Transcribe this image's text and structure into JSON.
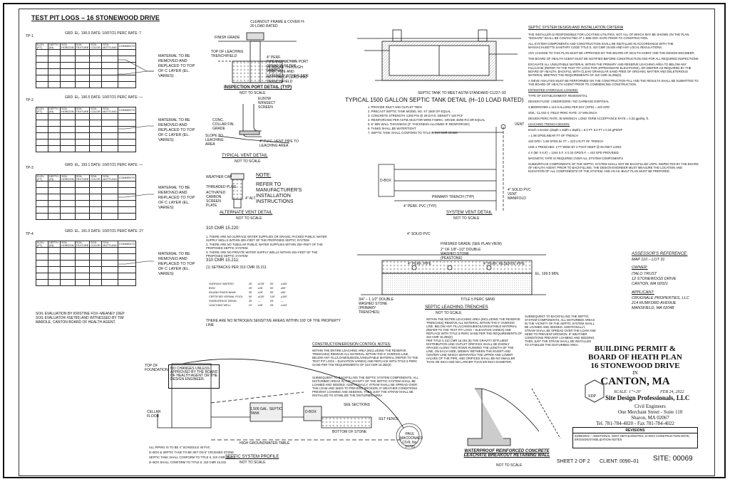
{
  "title_main": "TEST PIT LOGS – 16 STONEWOOD DRIVE",
  "test_pits": [
    {
      "id": "TP-1",
      "date": "10/07/21",
      "grd_el": "190.0",
      "perc_rate": "7",
      "material_note": "MATERIAL TO BE REMOVED AND REPLACED TO TOP OF C LAYER (EL. VARIES)"
    },
    {
      "id": "TP-2",
      "date": "10/07/21",
      "grd_el": "190.5",
      "perc_rate": "—",
      "material_note": "MATERIAL TO BE REMOVED AND REPLACED TO TOP OF C LAYER (EL. VARIES)"
    },
    {
      "id": "TP-3",
      "date": "10/07/21",
      "grd_el": "193.1",
      "perc_rate": "—",
      "material_note": "MATERIAL TO BE REMOVED AND REPLACED TO TOP OF C LAYER (EL. VARIES)"
    },
    {
      "id": "TP-4",
      "date": "10/07/21",
      "grd_el": "191.0",
      "perc_rate": "27",
      "material_note": "MATERIAL TO BE REMOVED AND REPLACED TO TOP OF C LAYER (EL. VARIES)"
    }
  ],
  "table_headers": [
    "ELEV. (FT)",
    "DEPTH (IN)",
    "SOIL HORIZON",
    "SOIL TEXTURE",
    "SOIL COLOR",
    "SOIL MOTTLING",
    "COMMENTS"
  ],
  "soil_eval_note": "SOIL EVALUATION BY KRISTINE FOX–MEANEY (DEP SOIL EVALUATOR #SE785) AND WITNESSED BY TIM MAROLE, CANTON BOARD OF HEALTH AGENT.",
  "inspection_port": {
    "title": "INSPECTION PORT DETAIL (TYP)",
    "scale": "NOT TO SCALE",
    "labels": [
      "CLEANOUT FRAME & COVER H-20 LOAD RATED",
      "FINISH GRADE",
      "TOP OF LEACHING TRENCH/FIELD",
      "4\" PERF. PIPE/INSPECTION PORT (WRAP IN FILTER FABRIC)",
      "#4 REBAR THROUGH PERF. PIPE AND EXTEND 6\" EITHER SIDE",
      "BOTTOM OF LEACHING TRENCH/FIELD"
    ]
  },
  "vent_detail": {
    "title": "TYPICAL VENT DETAIL",
    "scale": "NOT TO SCALE",
    "labels": [
      "ELBOW W/INSECT SCREEN",
      "CONC. COLLAR FIN. GRADE",
      "SLOPE TO LEACHING AREA",
      "4\" P.V.C. VENT PIPE TO LEACHING AREA"
    ]
  },
  "alt_vent": {
    "title": "ALTERNATE VENT DETAIL",
    "scale": "NOT TO SCALE",
    "labels": [
      "WEATHER CAP",
      "THREADED PLUG",
      "ACTIVATED CARBON SCREEN PLATE",
      "4\" ALT."
    ]
  },
  "note_box": {
    "head": "NOTE:",
    "body": "REFER TO MANUFACTURER'S INSTALLATION INSTRUCTIONS"
  },
  "cmr_220": {
    "title": "310 CMR 15.220:",
    "items": [
      "1. THERE ARE NO SURFACE WATER SUPPLIES OR GRAVEL PACKED PUBLIC WATER SUPPLY WELLS WITHIN 400–FEET OF THE PROPOSED SEPTIC SYSTEM.",
      "2. THERE ARE NO TUBULAR PUBLIC WATER SUPPLIES WITHIN 250–FEET OF THE PROPOSED SEPTIC SYSTEM.",
      "3. THERE ARE NO PRIVATE WATER SUPPLY WELLS WITHIN 150–FEET OF THE PROPOSED SEPTIC SYSTEM."
    ]
  },
  "cmr_211": {
    "title": "310 CMR 15.211:",
    "sub": "(1) SETBACKS PER 310 CMR 15.211",
    "rows": [
      [
        "SURFACE WATERS",
        "25'",
        "≥125'",
        "50'",
        "≥150'"
      ],
      [
        "BVW",
        "25'",
        "≥25'",
        "50'",
        "≥50'"
      ],
      [
        "INLAND RIVER BANK",
        "25'",
        "≥25'",
        "50'",
        "≥50'"
      ],
      [
        "CERTIFIED VERNAL POOL",
        "50'",
        "≥100'",
        "100'",
        "≥100'"
      ],
      [
        "SUBSURFACE DRAIN",
        "25'",
        "—",
        "25'",
        "—"
      ],
      [
        "LEACHING WELL",
        "10'",
        "≥28'",
        "25'",
        "≥142'"
      ]
    ],
    "foot": "THERE ARE NO NITROGEN SENSITIVE AREAS WITHIN 100' OF THE PROPERTY LINE"
  },
  "tank": {
    "title": "TYPICAL 1500 GALLON SEPTIC TANK DETAIL (H–10 LOAD RATED)",
    "scale": "SEPTIC TANK TO MEET ASTM STANDARD C1227–93",
    "notes": [
      "1. PROVIDE INLET AND OUTLET TEES",
      "2. PRECAST SEPTIC TANK MODEL NO. ST 1500 GP EQUAL",
      "3. CONCRETE STRENGTH 4,000 PSI @ 28 DAYS, DENSITY 140 PCF",
      "4. REINFORCING PER ASTM A615 FOR WIRE FABRIC. GRADE 40/60 R'd OR EQUAL",
      "5. 6\" MIN WALL THICKNESS (3\" THICKNESS ALLOWED IF REINFORCED)",
      "6. TANKS SHALL BE WATERTIGHT",
      "7. SEPTIC TANK SHALL CONFORM TO TITLE 5, 310 CMR 15.226"
    ]
  },
  "system_vent": {
    "title": "SYSTEM VENT DETAIL",
    "scale": "NOT TO SCALE",
    "labels": [
      "D-BOX",
      "PRIMARY TRENCH (TYP)",
      "4\" PERF. PVC (TYP)",
      "VENT",
      "4\" SOLID PVC VENT MANIFOLD"
    ]
  },
  "leaching": {
    "title": "SEPTIC LEACHING TRENCHES",
    "scale": "NOT TO SCALE",
    "labels": [
      "4\" SOLID PVC",
      "FINISHED GRADE (SEE PLAN VIEW)",
      "2\" OF 1/8\"–1/2\" DOUBLE WASHED STONE (PEASTONE)",
      "4\" PERF. PIPE",
      "4\" PERF. RESERVE PIPE",
      "EL. 199.5 MIN.",
      "3/4\" – 1 1/2\" DOUBLE WASHED STONE (PRIMARY TRENCHES)",
      "TITLE 5 PERC SAND"
    ]
  },
  "reserve_note": "WITHIN THE ENTIRE LEACHING AREA (INCLUDING THE RESERVE TRENCHES) REMOVE ALL MATERIAL WITHIN THE 5' OVERDIG LINE, BELOW ANY FILL/LOAM/SUBSOIL/UNSUITABLE MATERIAL (REFER TO THE TEST PIT LOGS – ELEVATION VARIES) AND REPLACE WITH TITLE 5 PERC SAND PER THE REQUIREMENTS OF 310 CMR 15.255(3)",
  "distribution_note": "PER TITLE 5 310 CMR 15.253 (5) THE GRAVITY EFFLUENT DISTRIBUTION LINE OUTLET ORIFICES SHALL BE EVENLY SPACED ALONG TWO ROWS RUNNING THE LENGTH OF THE LINE, ON EACH SIDE, MIDWAY BETWEEN THE INVERT AND CENTER–LINE WHICH SEPARATES THE UPPER AND LOWER HALVES OF THE PIPE, AND ORIFICES SHALL BE NO SMALLER THAN 3/8 INCH AND NO LARGER THAN 5/8 INCH DIAMETER.",
  "backfill_note": "SUBSEQUENT TO BACKFILLING THE SEPTIC SYSTEM COMPONENTS, ALL DISTURBED AREAS IN THE VICINITY OF THE SEPTIC SYSTEM SHALL BE LOAMED AND SEEDED. ADDITIONALLY, STRAW SHALL BE SPREAD OVER THE LOAM AND SEED TO PREVENT EROSION. IF WEATHER CONDITIONS PREVENT LOAMING AND SEEDING, THEN JUST THE STRAW SHALL BE INSTALLED TO STABILIZE THE DISTURBED AREA.",
  "spec": {
    "title": "SEPTIC SYSTEM DESIGN AND INSTALLATION CRITERIA",
    "paras": [
      "THE INSTALLER IS RESPONSIBLE FOR LOCATING UTILITIES, NOT ALL OF WHICH MAY BE SHOWN ON THE PLAN. \"DIGSAFE\" SHALL BE CONTACTED AT 1–888–DIG–SAFE PRIOR TO CONSTRUCTION.",
      "ALL SYSTEM COMPONENTS AND CONSTRUCTION SHALL BE INSTALLED IN ACCORDANCE WITH THE MASSACHUSETTS SANITARY CODE TITLE 5, 310 CMR 15.000 AND ANY LOCAL REGULATIONS.",
      "ANY CHANGE TO THIS PLAN MUST BE APPROVED BY THE BOARD OF HEALTH AGENT AND THE DESIGN ENGINEER.",
      "THE BOARD OF HEALTH AGENT MUST BE NOTIFIED BEFORE CONSTRUCTION AND FOR ALL REQUIRED INSPECTIONS.",
      "EXCAVATE ALL UNSUITABLE MATERIAL WITHIN THE PRIMARY AND RESERVE LEACHING AREA TO BELOW ANY FILL/LOAM (REFER TO THE TEST PIT LOGS FOR APPROXIMATE ELEVATIONS), OR DEEPER AS REQUIRED BY THE BOARD OF HEALTH. BACKFILL WITH CLEAN GRANULAR SAND FREE OF ORGANIC MATTER AND DELETERIOUS MATERIAL MEETING THE REQUIREMENTS OF 310 CMR 15.255(3).",
      "A SIEVE ANALYSIS MUST BE PERFORMED ON THE CONSTRUCTION FILL AND THE RESULTS SHALL BE SUBMITTED TO THE BOARD OF HEALTH AGENT PRIOR TO COMMENCING CONSTRUCTION."
    ],
    "hyd_title": "ESTIMATED HYDRAULIC LOADING:",
    "hyd_lines": [
      "TYPE OF ESTABLISHMENT: RESIDENTIAL",
      "DESIGN FLOW: 4 BEDROOMS / NO GARBAGE DISPOSAL",
      "4 BEDROOMS x 110 GALLONS PER DAY (GPD) = 440 GPD",
      "SOIL: CLASS II, FIELD PERC RATE: 27 MIN./INCH",
      "DESIGN PERC RATE: 30 MIN/INCH, LONG TERM ACCEPTANCE RATE = 0.33 gpd/sq. ft."
    ],
    "lt_title": "LEACHING TRENCH DESIGN:",
    "lt_lines": [
      "trench x-section (depth x width x depth) = 6.0 FT: 6.0 FT x 0.33 gPD/SF",
      "= 1.98 GPD/LINEAR FT OF TRENCH",
      "440 GPD / 1.98 GPD/LIN. FT = 223 LIN FT OF TRENCH",
      "USE 4 TRENCHES: 2 FT WIDE BY 2 FOOT DEEP @ 56 FEET LONG",
      "4 X (56' X 6.0') = 1344 S.F. X 0.33 GPD/S.F. = 443 GPD PROVIDED"
    ],
    "tail": [
      "MAGNETIC TAPE IS REQUIRED OVER ALL SYSTEM COMPONENTS",
      "SUBSURFACE COMPONENTS OF THE SEPTIC SYSTEM SHALL NOT BE BACKFILLED UNTIL INSPECTED BY THE BOARD OF HEALTH AGENT. PRIOR TO BACKFILLING, THE DESIGN ENGINEER MUST MEASURE THE LOCATION AND ELEVATION OF ALL COMPONENTS OF THE SYSTEM, AND AN AS–BUILT PLAN MUST BE PREPARED."
    ]
  },
  "assessor": {
    "title": "ASSESSOR'S REFERENCE:",
    "map": "MAP 110 – LOT 31",
    "owner_h": "OWNER:",
    "owner": "ITALO TRUST\n12 STONEWOOD DRIVE\nCANTON, MA 02021",
    "app_h": "APPLICANT:",
    "applicant": "CRUGNALE PROPERTIES, LLC\n214 RUMFORD AVENUE\nMANSFIELD, MA 02048"
  },
  "erosion": {
    "title": "CONSTRUCTION/EROSION CONTROL NOTES:",
    "body": "WITHIN THE ENTIRE LEACHING AREA (INCLUDING THE RESERVE TRENCHES) REMOVE ALL MATERIAL WITHIN THE 5' OVERDIG LINE, BELOW ANY FILL/LOAM/SUBSOIL/UNSUITABLE MATERIAL (REFER TO THE TEST PIT LOGS – ELEVATION VARIES) AND REPLACE WITH TITLE 5 PERC SAND PER THE REQUIREMENTS OF 310 CMR 15.255(3)"
  },
  "profile": {
    "title": "SEPTIC SYSTEM PROFILE",
    "scale": "NOT TO SCALE",
    "labels": [
      "TOP OF FOUNDATION",
      "CELLAR FLOOR",
      "1,500 GAL. SEPTIC TANK",
      "D-BOX",
      "HIGH GROUNDWATER TABLE",
      "BOTTOM OF STONE",
      "SEE SECTIONS",
      "SILT FENCE"
    ],
    "notes": [
      "ALL PIPING IS TO BE 4\" SCHEDULE 40 PVC",
      "D–BOX & SEPTIC TANK TO BE SET ON 6\" CRUSHED STONE",
      "SEPTIC TANK SHALL CONFORM TO TITLE 5, 310 CMR 15.226",
      "D–BOX SHALL CONFORM TO TITLE 5, 310 CMR 15.232"
    ]
  },
  "no_changes": "NO CHANGES UNLESS APPROVED BY THE BOARD OF HEALTH AGENT OR THE DESIGN ENGINEER.",
  "wall": {
    "title": "WATERPROOF REINFORCED CONCRETE LEACHATE BREAKOUT RETAINING WALL",
    "scale": "NOT TO SCALE"
  },
  "stamp": "PAUL MACDONALD CIVIL No. 37793",
  "title_block": {
    "line1": "BUILDING PERMIT &",
    "line2": "BOARD OF HEATH PLAN",
    "line3": "16 STONEWOOD DRIVE",
    "in": "IN",
    "town": "CANTON, MA",
    "scale": "SCALE: 1\"=20'",
    "date": "FEB 24, 2022",
    "company": "Site Design Professionals, LLC",
    "eng": "Civil Engineers",
    "addr1": "One Merchant Street - Suite 110",
    "addr2": "Sharon, MA 02067",
    "tel": "Tel. 781-784-4020 - Fax 781-784-4022",
    "rev_h": "REVISIONS",
    "rev1": "03/08/2022 – ADDITIONAL VENT DETAILS/NOTES, D–BOX CONSTRUCTION NOTE, EROSION/STABILIZATION NOTES",
    "logo": "SDP"
  },
  "footer": {
    "sheet": "SHEET 2 OF 2",
    "client": "CLIENT: 0090–01",
    "site": "SITE: 00069"
  }
}
